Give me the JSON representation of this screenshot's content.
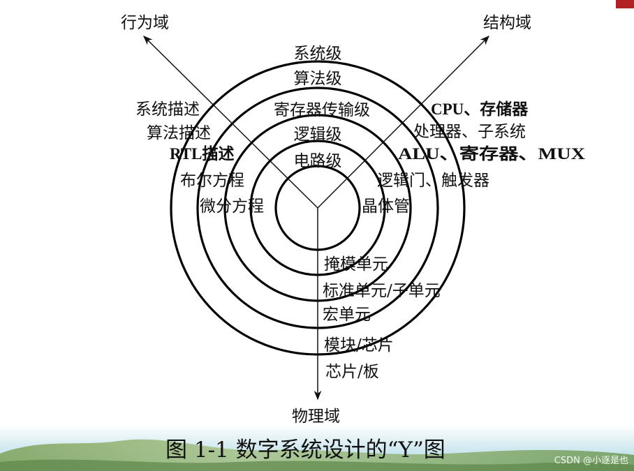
{
  "axes": {
    "behavior": "行为域",
    "structure": "结构域",
    "physical": "物理域"
  },
  "levels": [
    "系统级",
    "算法级",
    "寄存器传输级",
    "逻辑级",
    "电路级"
  ],
  "behavior_items": [
    "系统描述",
    "算法描述",
    "RTL描述",
    "布尔方程",
    "微分方程"
  ],
  "structure_items": [
    "CPU、存储器",
    "处理器、子系统",
    "ALU、寄存器、MUX",
    "逻辑门、触发器",
    "晶体管"
  ],
  "physical_items": [
    "掩模单元",
    "标准单元/子单元",
    "宏单元",
    "模块/芯片",
    "芯片/板"
  ],
  "caption": "图 1-1 数字系统设计的“Y”图",
  "watermark": "CSDN @小逐是也",
  "colors": {
    "line": "#111111",
    "ring": "#000000",
    "footer_sky": "#bfe0ea",
    "footer_grass": "#8fb06a",
    "corner_mark": "#b22222"
  }
}
